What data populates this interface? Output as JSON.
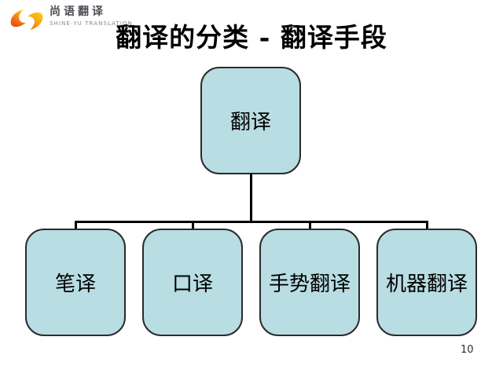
{
  "slide": {
    "title": "翻译的分类 - 翻译手段",
    "page_number": "10"
  },
  "logo": {
    "icon": "shine-yu-swirl-icon",
    "name_zh": "尚语翻译",
    "name_en": "SHINE·YU TRANSLATION"
  },
  "colors": {
    "node_fill": "#b8dde2",
    "node_border": "#2b2b2b",
    "connector": "#000000",
    "title_text": "#000000",
    "logo_orange": "#e23c05",
    "logo_yellow": "#ffd400",
    "logo_text_gray": "#4d4d55",
    "logo_subtext_gray": "#87878c"
  },
  "diagram": {
    "type": "org-chart",
    "root": {
      "id": "translation",
      "label": "翻译"
    },
    "children": [
      {
        "id": "written-translation",
        "label": "笔译"
      },
      {
        "id": "oral-interpretation",
        "label": "口译"
      },
      {
        "id": "sign-language-translation",
        "label": "手势翻译"
      },
      {
        "id": "machine-translation",
        "label": "机器翻译"
      }
    ]
  }
}
